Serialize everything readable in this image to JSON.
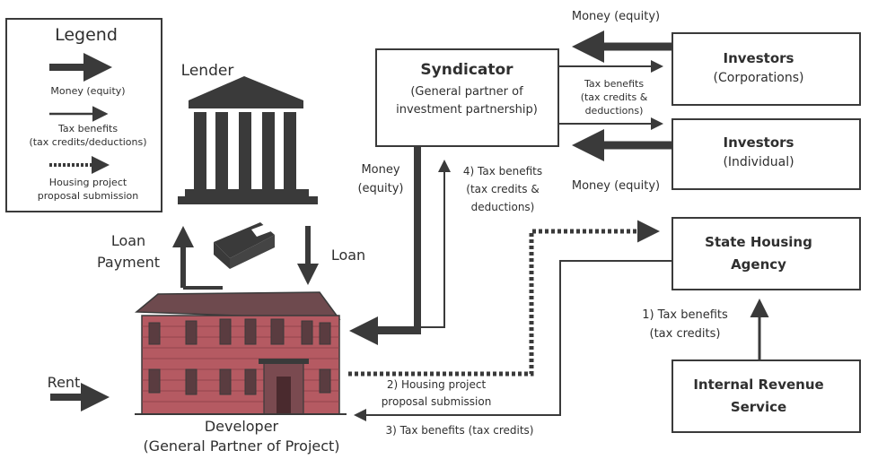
{
  "legend": {
    "title": "Legend",
    "money": "Money (equity)",
    "tax_line1": "Tax benefits",
    "tax_line2": "(tax credits/deductions)",
    "housing_line1": "Housing project",
    "housing_line2": "proposal submission"
  },
  "lender": {
    "label": "Lender"
  },
  "syndicator": {
    "title": "Syndicator",
    "line1": "(General partner of",
    "line2": "investment partnership)"
  },
  "investors_corp": {
    "title": "Investors",
    "subtitle": "(Corporations)"
  },
  "investors_ind": {
    "title": "Investors",
    "subtitle": "(Individual)"
  },
  "state_agency": {
    "line1": "State Housing",
    "line2": "Agency"
  },
  "irs": {
    "line1": "Internal Revenue",
    "line2": "Service"
  },
  "developer": {
    "line1": "Developer",
    "line2": "(General Partner of Project)"
  },
  "flows": {
    "money_equity_top": "Money (equity)",
    "money_equity_bottom": "Money (equity)",
    "tax_mid_1": "Tax benefits",
    "tax_mid_2": "(tax credits &",
    "tax_mid_3": "deductions)",
    "money_left_1": "Money",
    "money_left_2": "(equity)",
    "tax4_1": "4) Tax benefits",
    "tax4_2": "(tax credits &",
    "tax4_3": "deductions)",
    "loan_payment_1": "Loan",
    "loan_payment_2": "Payment",
    "loan": "Loan",
    "rent": "Rent",
    "tax1_1": "1) Tax benefits",
    "tax1_2": "(tax credits)",
    "housing2_1": "2) Housing project",
    "housing2_2": "proposal submission",
    "tax3": "3) Tax benefits (tax credits)"
  },
  "colors": {
    "ink": "#3a3a3a",
    "building_red": "#b55a62",
    "building_roof": "#6e4a4e",
    "window": "#5a3c40"
  }
}
